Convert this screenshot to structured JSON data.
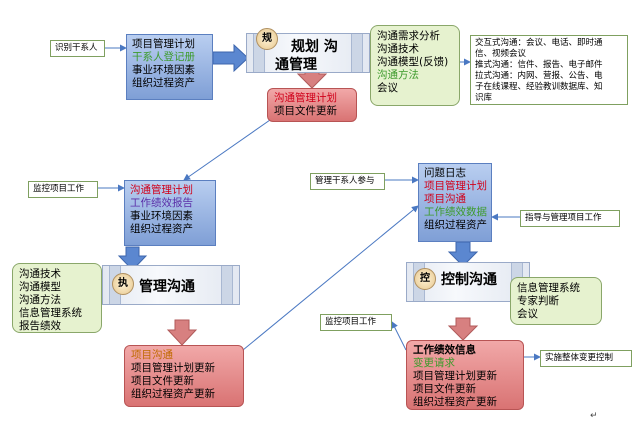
{
  "planning": {
    "stakeholders_label": "识别干系人",
    "inputs": [
      "项目管理计划",
      "干系人登记册",
      "事业环境因素",
      "组织过程资产"
    ],
    "title_line1": "规划 沟",
    "title_line2": "通管理",
    "badge": "规",
    "tools": [
      "沟通需求分析",
      "沟通技术",
      "沟通模型(反馈)",
      "沟通方法",
      "会议"
    ],
    "methods_note": [
      "交互式沟通：会议、电话、即时通",
      "信、视频会议",
      "推式沟通：信件、报告、电子邮件",
      "拉式沟通：内网、营报、公告、电",
      "子在线课程、经验教训数据库、知",
      "识库"
    ],
    "outputs": [
      "沟通管理计划",
      "项目文件更新"
    ]
  },
  "manage": {
    "monitor_label": "监控项目工作",
    "inputs": [
      "沟通管理计划",
      "工作绩效报告",
      "事业环境因素",
      "组织过程资产"
    ],
    "title": "管理沟通",
    "badge": "执",
    "tools": [
      "沟通技术",
      "沟通模型",
      "沟通方法",
      "信息管理系统",
      "报告绩效"
    ],
    "outputs": [
      "项目沟通",
      "项目管理计划更新",
      "项目文件更新",
      "组织过程资产更新"
    ]
  },
  "control": {
    "stakeholders_label": "管理干系人参与",
    "guide_label": "指导与管理项目工作",
    "inputs": [
      "问题日志",
      "项目管理计划",
      "项目沟通",
      "工作绩效数据",
      "组织过程资产"
    ],
    "title": "控制沟通",
    "badge": "控",
    "tools": [
      "信息管理系统",
      "专家判断",
      "会议"
    ],
    "monitor_label": "监控项目工作",
    "change_label": "实施整体变更控制",
    "outputs": [
      "工作绩效信息",
      "变更请求",
      "项目管理计划更新",
      "项目文件更新",
      "组织过程资产更新"
    ]
  },
  "footer_mark": "↵"
}
